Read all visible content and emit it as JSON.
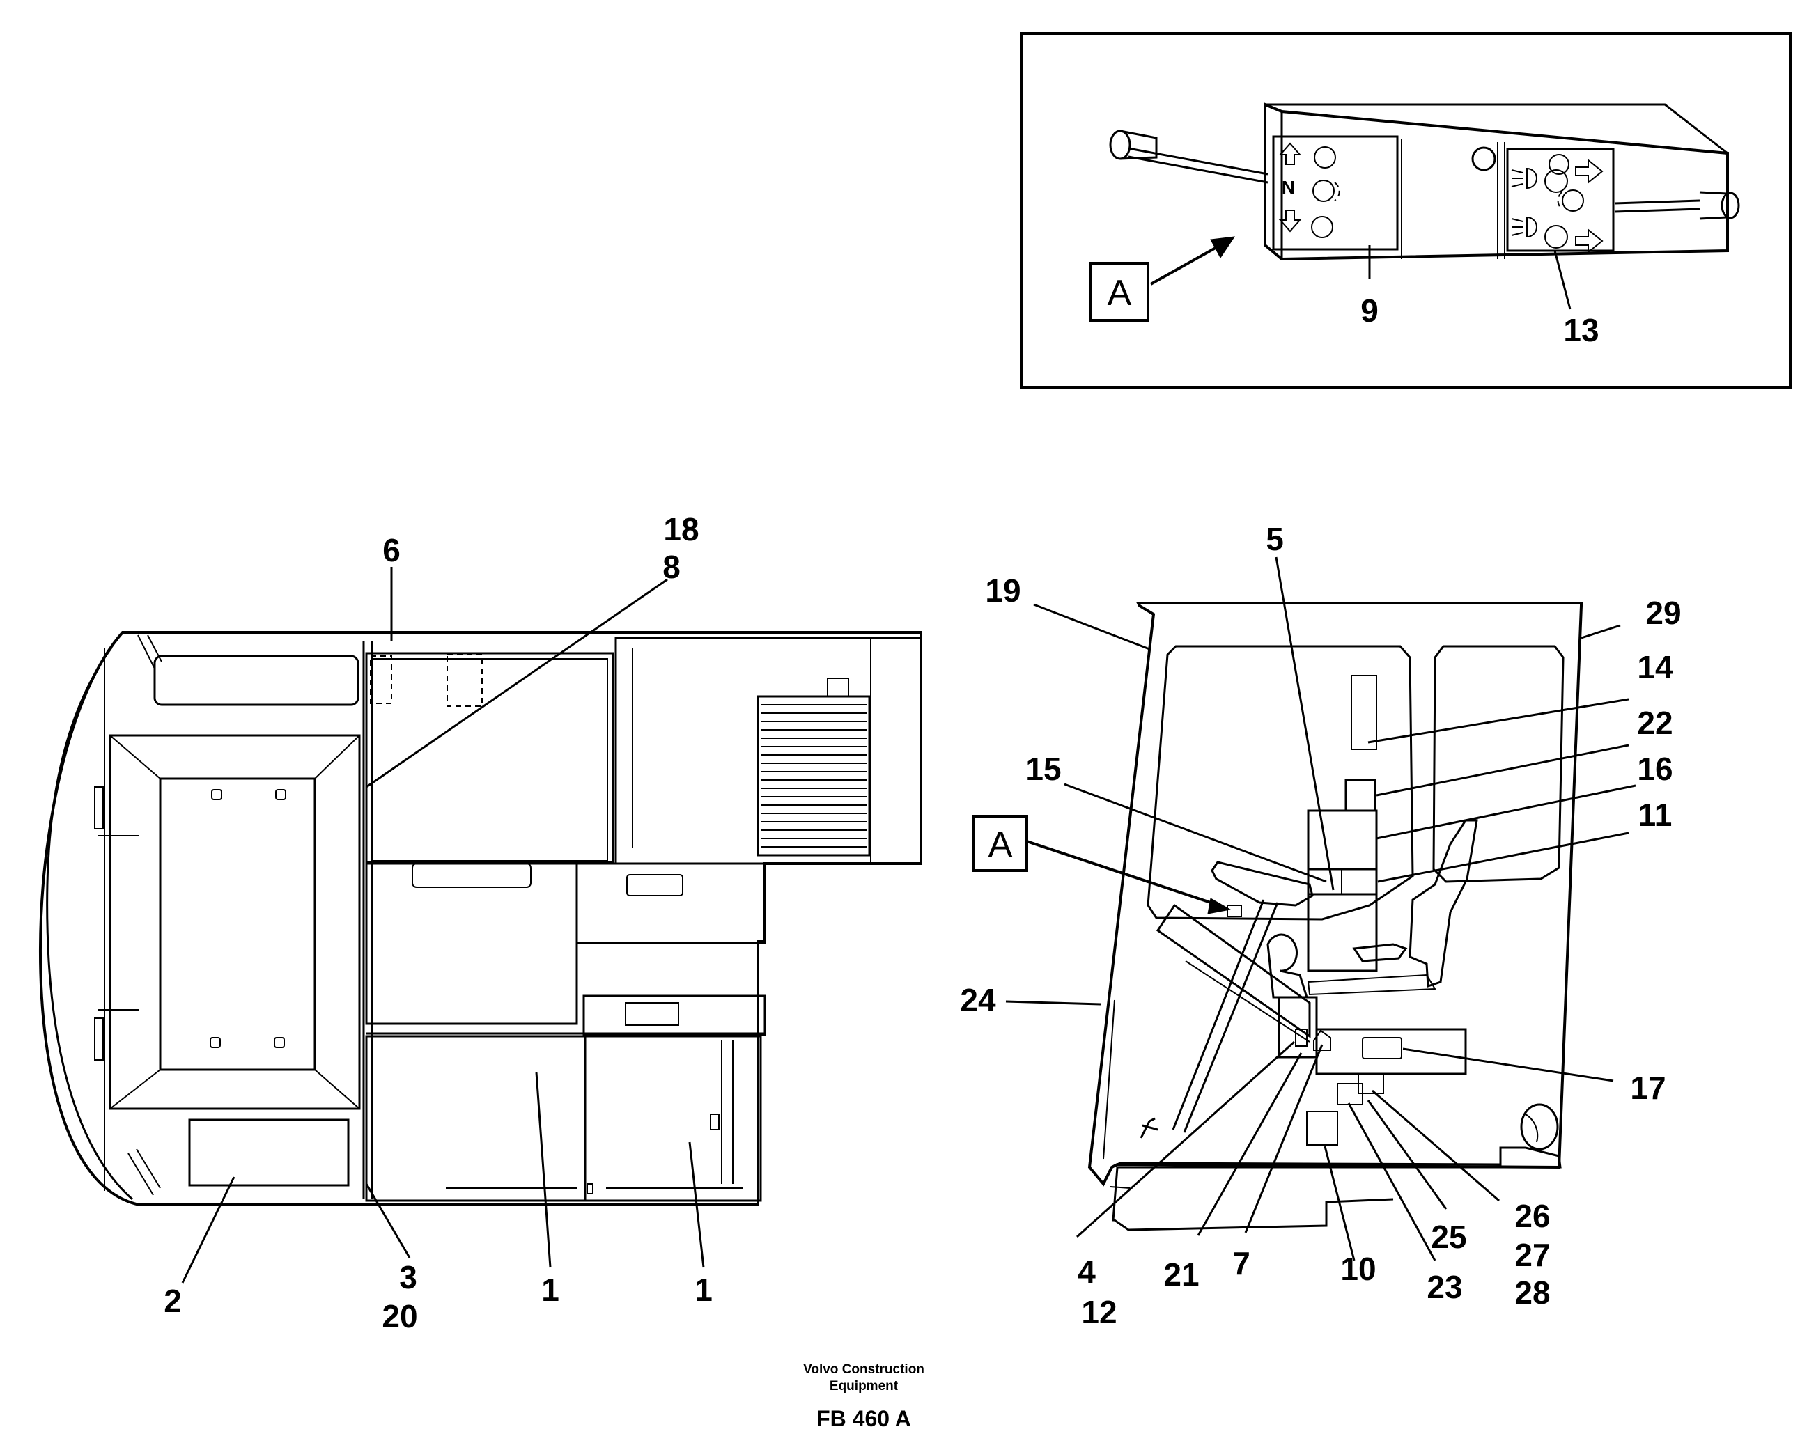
{
  "inset": {
    "view_label": "A",
    "callouts": [
      "9",
      "13"
    ],
    "switch_glyphs": {
      "neutral": "N"
    }
  },
  "left_view": {
    "callouts": [
      "6",
      "18",
      "8",
      "2",
      "3",
      "20",
      "1",
      "1"
    ]
  },
  "right_view": {
    "view_label": "A",
    "callouts": [
      "5",
      "19",
      "29",
      "14",
      "22",
      "16",
      "15",
      "11",
      "24",
      "17",
      "4",
      "12",
      "21",
      "7",
      "10",
      "25",
      "23",
      "26",
      "27",
      "28"
    ]
  },
  "footer": {
    "company": "Volvo Construction",
    "company_line2": "Equipment",
    "code": "FB 460 A"
  }
}
